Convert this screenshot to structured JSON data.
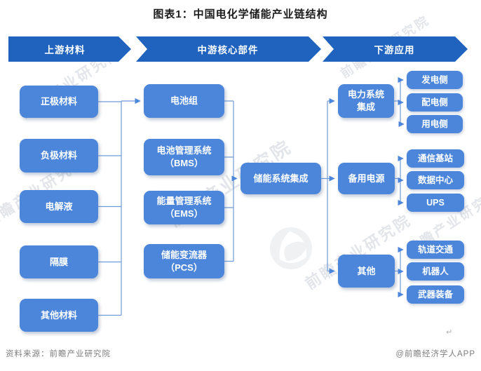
{
  "title": "图表1：中国电化学储能产业链结构",
  "banners": [
    "上游材料",
    "中游核心部件",
    "下游应用"
  ],
  "upstream_items": [
    "正极材料",
    "负极材料",
    "电解液",
    "隔膜",
    "其他材料"
  ],
  "midstream_items": [
    "电池组",
    "电池管理系统\n（BMS）",
    "能量管理系统\n（EMS）",
    "储能变流器\n（PCS）"
  ],
  "integration_label": "储能系统集成",
  "downstream_groups": [
    {
      "label": "电力系统\n集成",
      "children": [
        "发电侧",
        "配电侧",
        "用电侧"
      ]
    },
    {
      "label": "备用电源",
      "children": [
        "通信基站",
        "数据中心",
        "UPS"
      ]
    },
    {
      "label": "其他",
      "children": [
        "轨道交通",
        "机器人",
        "武器装备"
      ]
    }
  ],
  "watermark": {
    "text": "前瞻产业研究院"
  },
  "footer": {
    "source": "资料来源：前瞻产业研究院",
    "credit": "@前瞻经济学人APP",
    "return_mark": "↵"
  },
  "colors": {
    "banner_blue": "#1F63BE",
    "box_blue": "#4C86DB",
    "connector": "#6E9BD6",
    "arrowhead": "#4C86DB"
  }
}
